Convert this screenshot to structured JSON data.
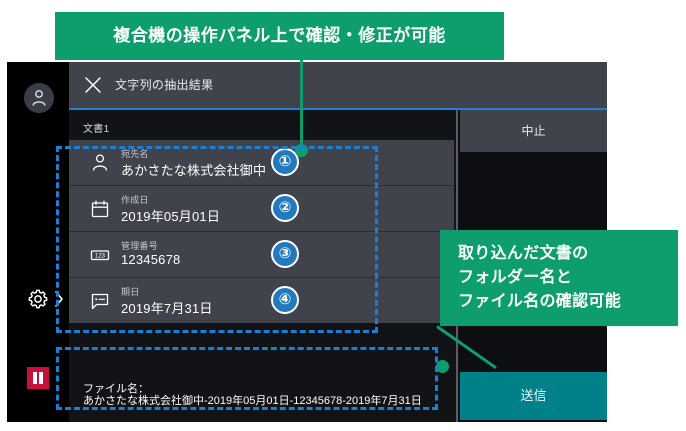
{
  "callouts": {
    "top": "複合機の操作パネル上で確認・修正が可能",
    "right_lines": [
      "取り込んだ文書の",
      "フォルダー名と",
      "ファイル名の確認可能"
    ]
  },
  "window": {
    "titlebar": {
      "title": "文字列の抽出結果",
      "close_icon": "close-icon"
    },
    "rail": {
      "avatar_icon": "user-avatar-icon",
      "gear_icon": "gear-icon",
      "chevron_icon": "chevron-right-icon",
      "pause_icon": "pause-icon"
    },
    "content": {
      "document_label": "文書1",
      "rows": [
        {
          "icon": "person-icon",
          "key": "宛先名",
          "value": "あかさたな株式会社御中",
          "badge": "①"
        },
        {
          "icon": "calendar-icon",
          "key": "作成日",
          "value": "2019年05月01日",
          "badge": "②"
        },
        {
          "icon": "number-icon",
          "key": "管理番号",
          "value": "12345678",
          "badge": "③"
        },
        {
          "icon": "comment-icon",
          "key": "期日",
          "value": "2019年7月31日",
          "badge": "④"
        }
      ],
      "filename": {
        "label": "ファイル名：",
        "value": "あかさたな株式会社御中-2019年05月01日-12345678-2019年7月31日"
      }
    },
    "buttons": {
      "cancel": "中止",
      "send": "送信"
    }
  },
  "colors": {
    "callout_green": "#0e9e6e",
    "highlight_blue": "#1b7fd4",
    "badge_blue": "#2279bd",
    "send_teal": "#00818a",
    "pause_red": "#c8103e",
    "panel_gray": "#40434c",
    "window_dark": "#121317",
    "title_rule_blue": "#1e7ed8"
  }
}
